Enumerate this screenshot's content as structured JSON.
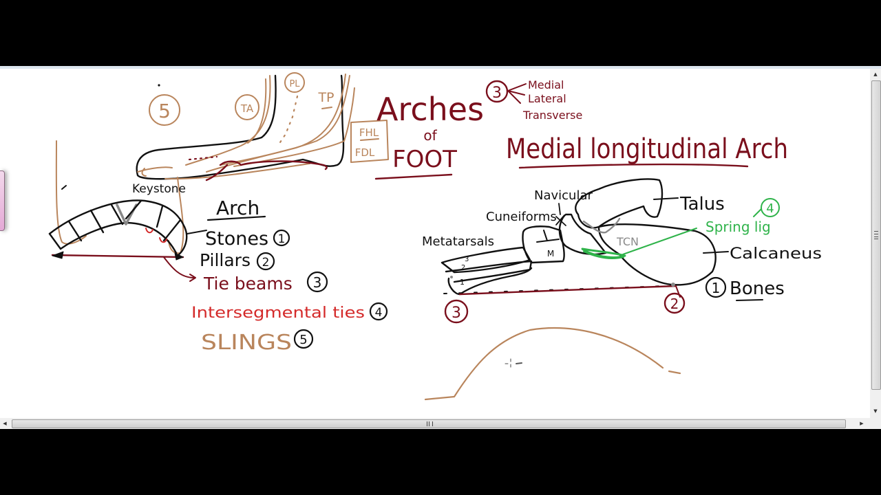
{
  "colors": {
    "maroon": "#7a0f1c",
    "brown": "#b9855c",
    "black": "#111111",
    "red": "#d42a2a",
    "green": "#2fb34a",
    "gray": "#8a8a8a"
  },
  "title": {
    "line1": "Arches",
    "line2": "of",
    "line3": "FOOT"
  },
  "types": {
    "count": "3",
    "items": [
      "Medial",
      "Lateral",
      "Transverse"
    ]
  },
  "subtitle": "Medial longitudinal Arch",
  "foot_sketch": {
    "circle_label": "5",
    "tendons": [
      "TA",
      "PL",
      "TP",
      "FHL",
      "FDL"
    ]
  },
  "arch_diagram": {
    "keystone_label": "Keystone",
    "heading": "Arch",
    "components": [
      {
        "label": "Stones",
        "num": "1",
        "color": "black"
      },
      {
        "label": "Pillars",
        "num": "2",
        "color": "black"
      },
      {
        "label": "Tie beams",
        "num": "3",
        "color": "maroon"
      },
      {
        "label": "Intersegmental ties",
        "num": "4",
        "color": "red"
      },
      {
        "label": "SLINGS",
        "num": "5",
        "color": "brown"
      }
    ]
  },
  "bones_diagram": {
    "labels": {
      "navicular": "Navicular",
      "cuneiforms": "Cuneiforms",
      "metatarsals": "Metatarsals",
      "talus": "Talus",
      "calcaneus": "Calcaneus",
      "tcn": "TCN",
      "spring_lig": "Spring lig",
      "spring_num": "4",
      "bones": "Bones",
      "bones_num": "1",
      "pillar_front_num": "3",
      "pillar_back_num": "2",
      "cuneiform_m": "M",
      "metatarsal_nums": [
        "1",
        "2",
        "3"
      ]
    }
  },
  "scrollbars": {
    "vertical": {
      "up": "▲",
      "down": "▼"
    },
    "horizontal": {
      "left": "◀",
      "right": "▶"
    }
  }
}
